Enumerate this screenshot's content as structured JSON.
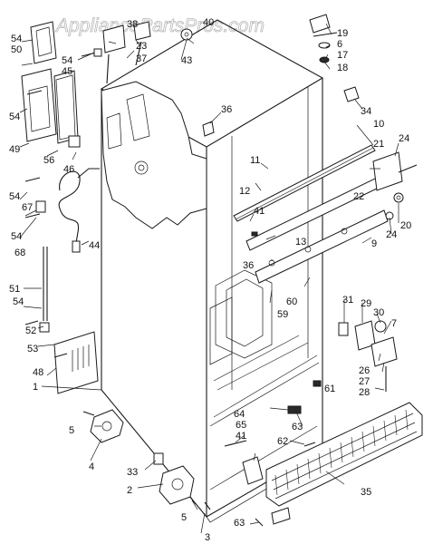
{
  "watermark": "AppliancePartsPros.com",
  "labels": [
    {
      "id": "l54a",
      "text": "54"
    },
    {
      "id": "l50",
      "text": "50"
    },
    {
      "id": "l54b",
      "text": "54"
    },
    {
      "id": "l45",
      "text": "45"
    },
    {
      "id": "l54c",
      "text": "54"
    },
    {
      "id": "l49",
      "text": "49"
    },
    {
      "id": "l56",
      "text": "56"
    },
    {
      "id": "l46",
      "text": "46"
    },
    {
      "id": "l54d",
      "text": "54"
    },
    {
      "id": "l67",
      "text": "67"
    },
    {
      "id": "l54e",
      "text": "54"
    },
    {
      "id": "l68",
      "text": "68"
    },
    {
      "id": "l44",
      "text": "44"
    },
    {
      "id": "l51",
      "text": "51"
    },
    {
      "id": "l54f",
      "text": "54"
    },
    {
      "id": "l52",
      "text": "52"
    },
    {
      "id": "l53",
      "text": "53"
    },
    {
      "id": "l48",
      "text": "48"
    },
    {
      "id": "l1",
      "text": "1"
    },
    {
      "id": "l5a",
      "text": "5"
    },
    {
      "id": "l4",
      "text": "4"
    },
    {
      "id": "l33",
      "text": "33"
    },
    {
      "id": "l2",
      "text": "2"
    },
    {
      "id": "l5b",
      "text": "5"
    },
    {
      "id": "l3",
      "text": "3"
    },
    {
      "id": "l38",
      "text": "38"
    },
    {
      "id": "l23",
      "text": "23"
    },
    {
      "id": "l37",
      "text": "37"
    },
    {
      "id": "l40",
      "text": "40"
    },
    {
      "id": "l43",
      "text": "43"
    },
    {
      "id": "l19",
      "text": "19"
    },
    {
      "id": "l6",
      "text": "6"
    },
    {
      "id": "l17",
      "text": "17"
    },
    {
      "id": "l18",
      "text": "18"
    },
    {
      "id": "l36a",
      "text": "36"
    },
    {
      "id": "l34",
      "text": "34"
    },
    {
      "id": "l10",
      "text": "10"
    },
    {
      "id": "l11",
      "text": "11"
    },
    {
      "id": "l21",
      "text": "21"
    },
    {
      "id": "l24a",
      "text": "24"
    },
    {
      "id": "l12",
      "text": "12"
    },
    {
      "id": "l22",
      "text": "22"
    },
    {
      "id": "l41a",
      "text": "41"
    },
    {
      "id": "l13",
      "text": "13"
    },
    {
      "id": "l20",
      "text": "20"
    },
    {
      "id": "l24b",
      "text": "24"
    },
    {
      "id": "l9",
      "text": "9"
    },
    {
      "id": "l36b",
      "text": "36"
    },
    {
      "id": "l60",
      "text": "60"
    },
    {
      "id": "l59",
      "text": "59"
    },
    {
      "id": "l31",
      "text": "31"
    },
    {
      "id": "l29",
      "text": "29"
    },
    {
      "id": "l30",
      "text": "30"
    },
    {
      "id": "l7",
      "text": "7"
    },
    {
      "id": "l26",
      "text": "26"
    },
    {
      "id": "l27",
      "text": "27"
    },
    {
      "id": "l28",
      "text": "28"
    },
    {
      "id": "l61",
      "text": "61"
    },
    {
      "id": "l64",
      "text": "64"
    },
    {
      "id": "l65",
      "text": "65"
    },
    {
      "id": "l41b",
      "text": "41"
    },
    {
      "id": "l63a",
      "text": "63"
    },
    {
      "id": "l62",
      "text": "62"
    },
    {
      "id": "l35",
      "text": "35"
    },
    {
      "id": "l63b",
      "text": "63"
    }
  ]
}
